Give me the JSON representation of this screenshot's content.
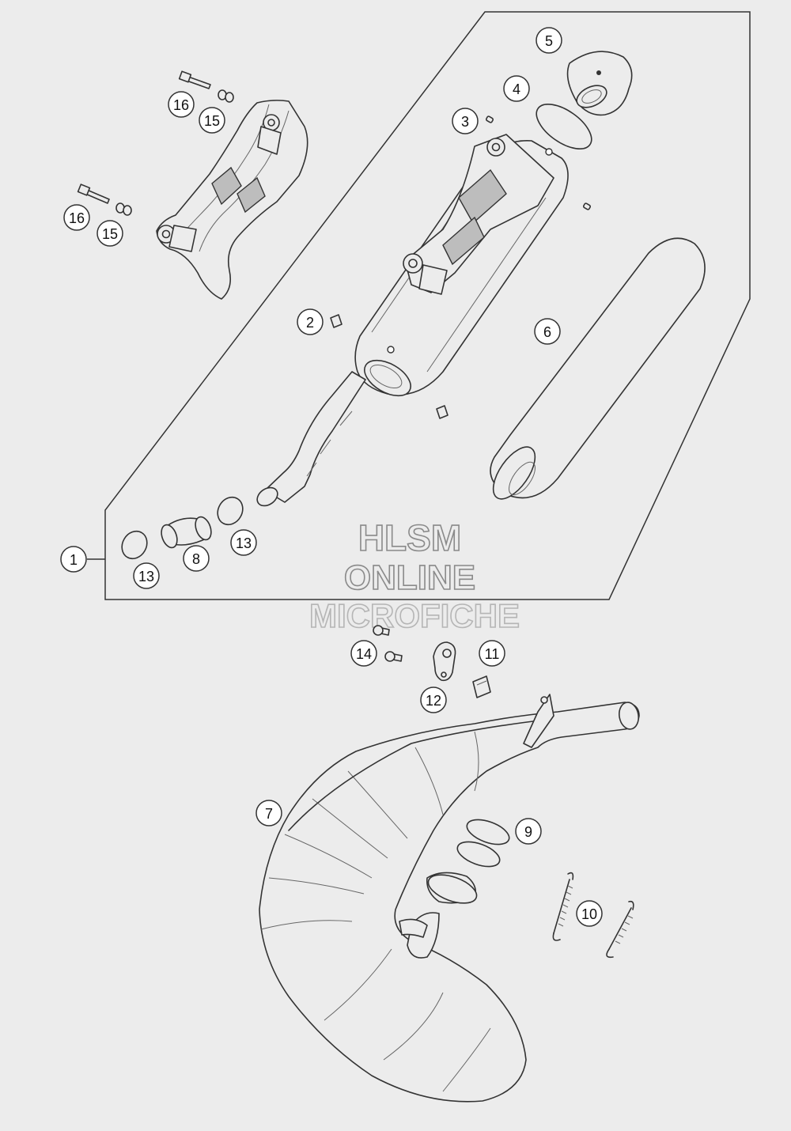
{
  "watermark": {
    "line1": "HLSM",
    "line2": "ONLINE",
    "line3": "MICROFICHE"
  },
  "callouts": [
    {
      "id": "c1",
      "label": "1"
    },
    {
      "id": "c2",
      "label": "2"
    },
    {
      "id": "c3",
      "label": "3"
    },
    {
      "id": "c4",
      "label": "4"
    },
    {
      "id": "c5",
      "label": "5"
    },
    {
      "id": "c6",
      "label": "6"
    },
    {
      "id": "c7",
      "label": "7"
    },
    {
      "id": "c8",
      "label": "8"
    },
    {
      "id": "c9",
      "label": "9"
    },
    {
      "id": "c10",
      "label": "10"
    },
    {
      "id": "c11",
      "label": "11"
    },
    {
      "id": "c12",
      "label": "12"
    },
    {
      "id": "c13a",
      "label": "13"
    },
    {
      "id": "c13b",
      "label": "13"
    },
    {
      "id": "c14",
      "label": "14"
    },
    {
      "id": "c15a",
      "label": "15"
    },
    {
      "id": "c15b",
      "label": "15"
    },
    {
      "id": "c16a",
      "label": "16"
    },
    {
      "id": "c16b",
      "label": "16"
    }
  ]
}
